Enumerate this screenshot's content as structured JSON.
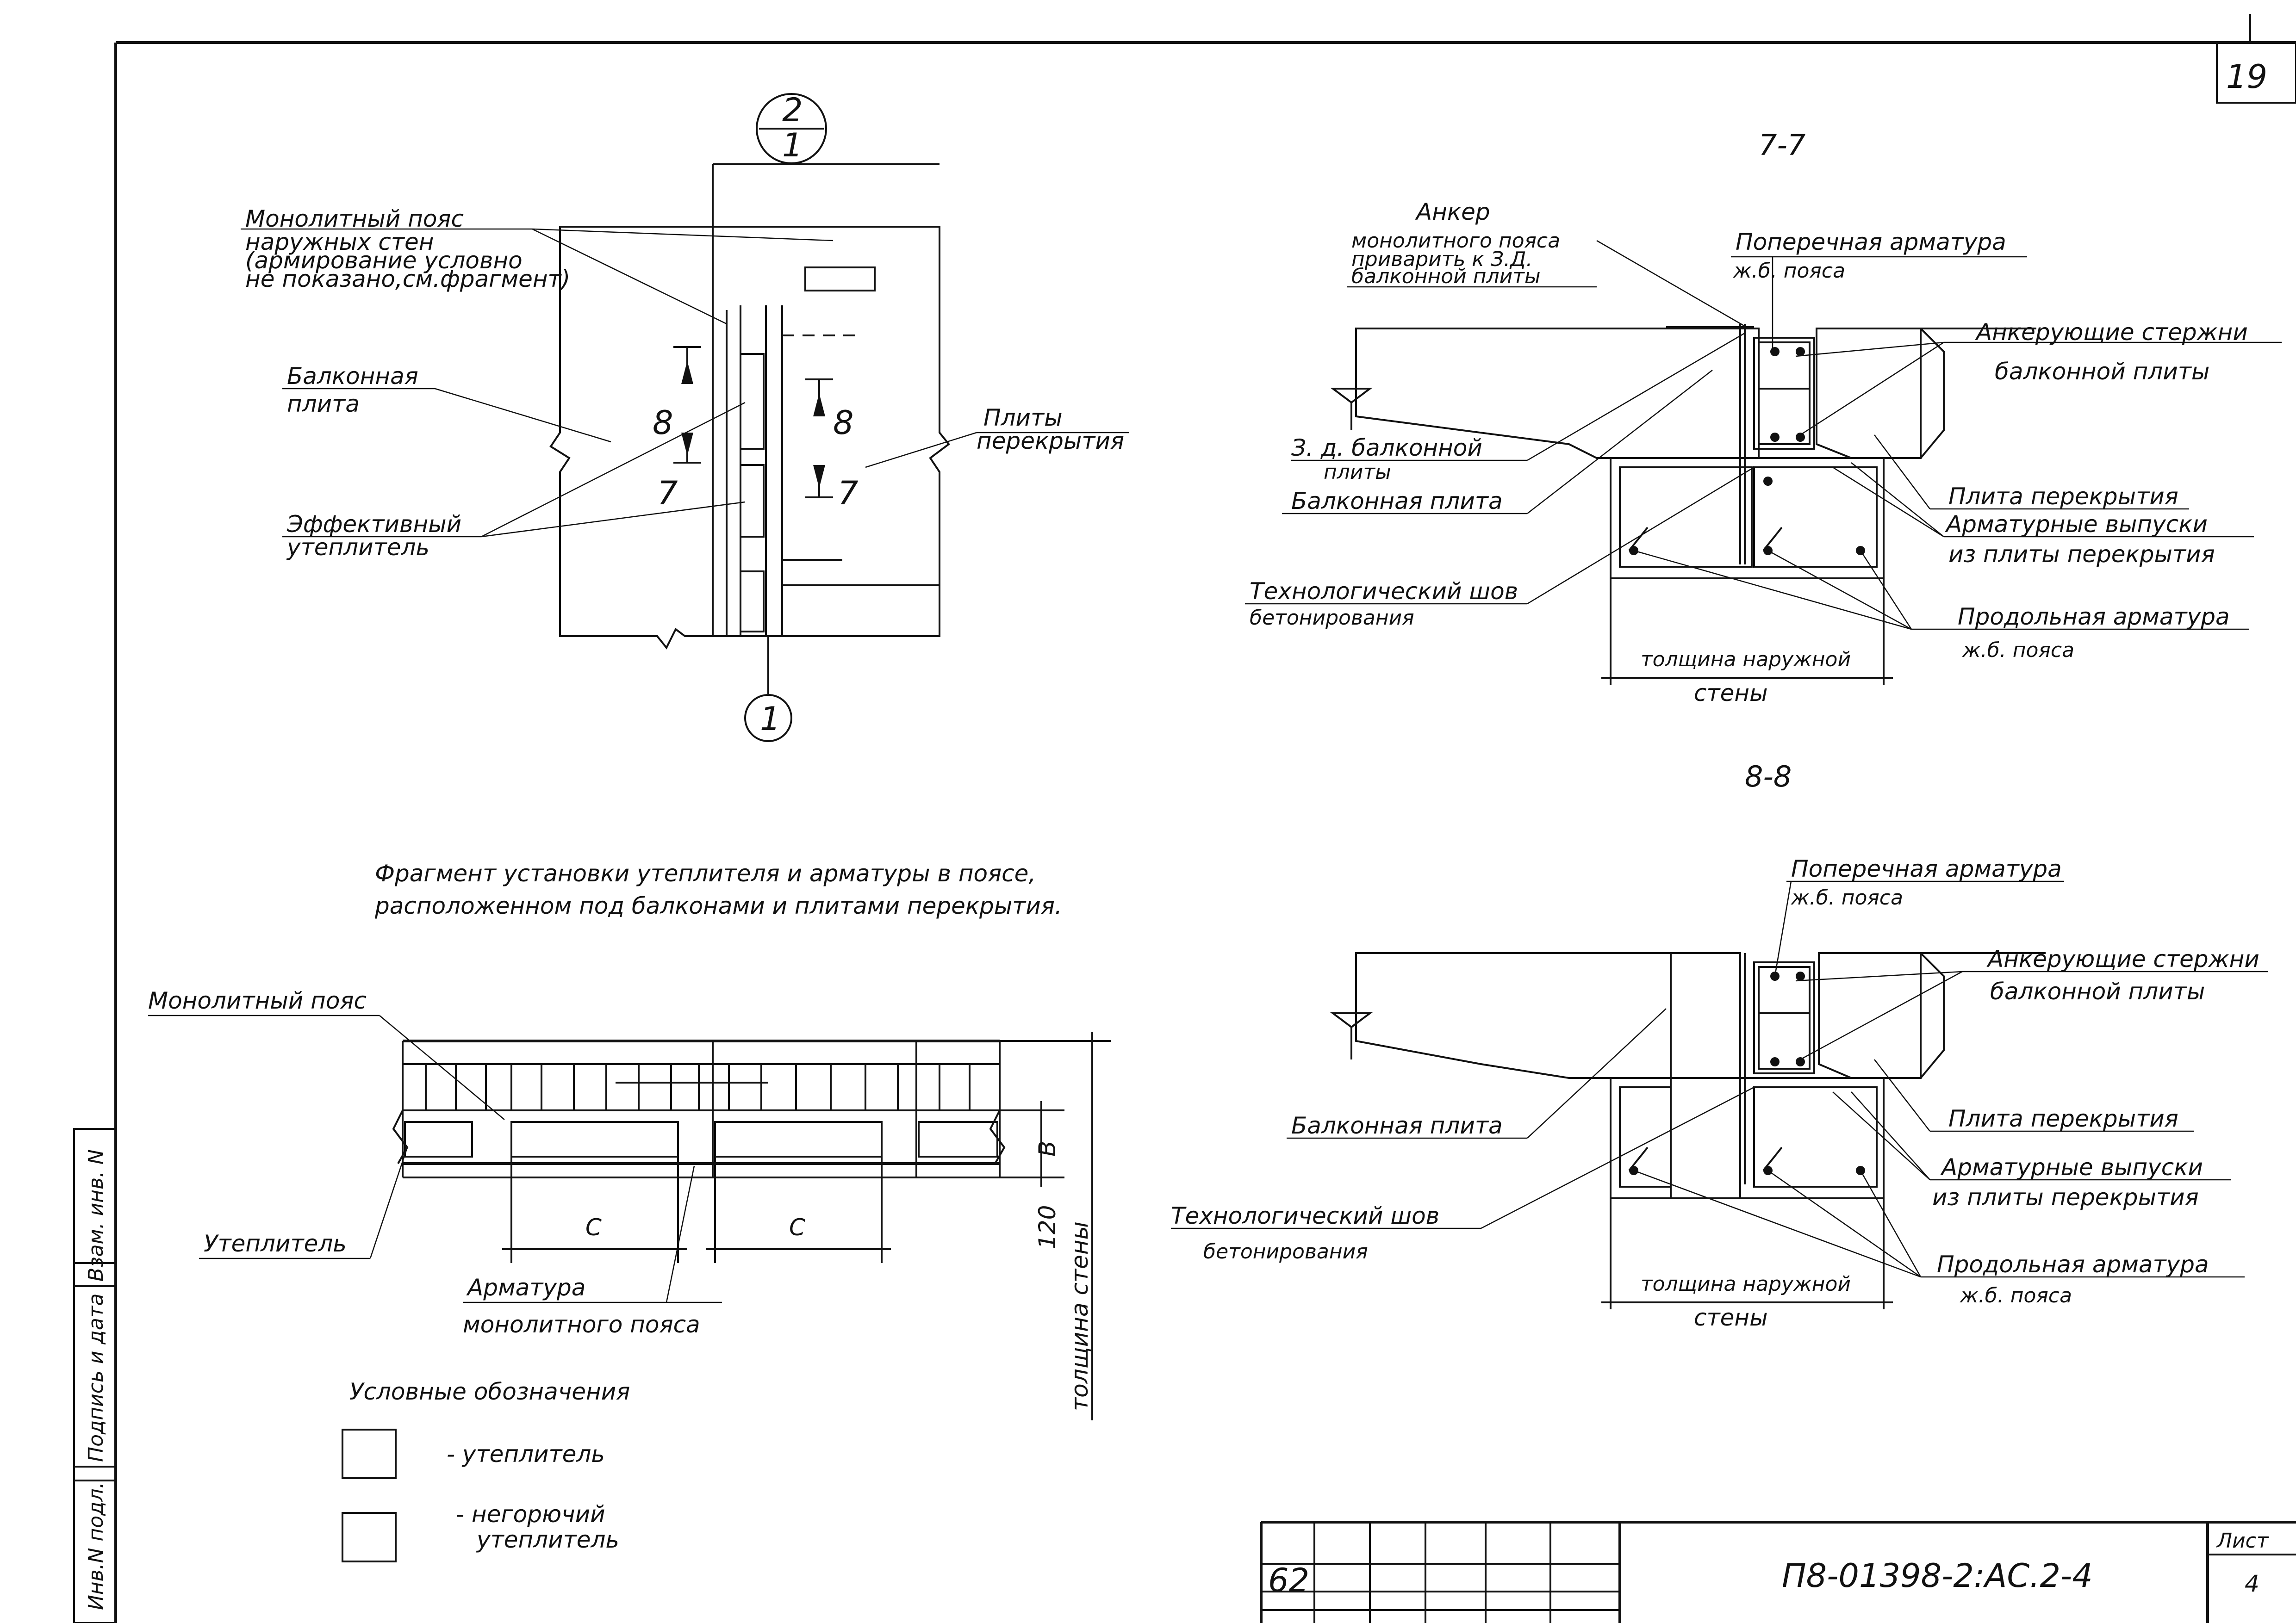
{
  "sheet": {
    "page_number": "19",
    "code": "П8-01398-2:АС.2-4",
    "list_label": "Лист",
    "list_number": "4",
    "order_number": "62",
    "side_stamp": [
      "Инв.N подл.",
      "Подпись и дата",
      "Взам. инв. N"
    ]
  },
  "plan": {
    "node_top": "2",
    "node_bottom": "1",
    "axis_label": "1",
    "labels": {
      "belt_1": "Монолитный пояс",
      "belt_2": "наружных стен",
      "belt_3": "(армирование условно",
      "belt_4": "не показано,см.фрагмент)",
      "balcony_1": "Балконная",
      "balcony_2": "плита",
      "slabs_1": "Плиты",
      "slabs_2": "перекрытия",
      "insul_1": "Эффективный",
      "insul_2": "утеплитель"
    },
    "cut_8": "8",
    "cut_7": "7"
  },
  "section77": {
    "title": "7-7",
    "labels": {
      "anchor_1": "Анкер",
      "anchor_2": "монолитного пояса",
      "anchor_3": "приварить к З.Д.",
      "anchor_4": "балконной плиты",
      "transverse_1": "Поперечная арматура",
      "transverse_2": "ж.б. пояса",
      "anchor_rods_1": "Анкерующие стержни",
      "anchor_rods_2": "балконной плиты",
      "embed_1": "З. д. балконной",
      "embed_2": "плиты",
      "balcony": "Балконная плита",
      "slab": "Плита перекрытия",
      "outlets_1": "Арматурные выпуски",
      "outlets_2": "из плиты перекрытия",
      "joint_1": "Технологический шов",
      "joint_2": "бетонирования",
      "longit_1": "Продольная арматура",
      "longit_2": "ж.б. пояса",
      "thick_1": "толщина наружной",
      "thick_2": "стены"
    }
  },
  "section88": {
    "title": "8-8",
    "labels": {
      "transverse_1": "Поперечная арматура",
      "transverse_2": "ж.б. пояса",
      "anchor_rods_1": "Анкерующие стержни",
      "anchor_rods_2": "балконной плиты",
      "balcony": "Балконная плита",
      "slab": "Плита перекрытия",
      "outlets_1": "Арматурные выпуски",
      "outlets_2": "из плиты перекрытия",
      "joint_1": "Технологический шов",
      "joint_2": "бетонирования",
      "longit_1": "Продольная арматура",
      "longit_2": "ж.б. пояса",
      "thick_1": "толщина наружной",
      "thick_2": "стены"
    }
  },
  "fragment": {
    "caption_1": "Фрагмент установки утеплителя и арматуры в поясе,",
    "caption_2": "расположенном под балконами и плитами перекрытия.",
    "belt": "Монолитный пояс",
    "insulation": "Утеплитель",
    "rebar_1": "Арматура",
    "rebar_2": "монолитного пояса",
    "dim_c": "C",
    "dim_b": "B",
    "dim_120": "120",
    "wall_thickness": "толщина стены"
  },
  "legend": {
    "title": "Условные обозначения",
    "item1": "- утеплитель",
    "item2_1": "- негорючий",
    "item2_2": "утеплитель"
  }
}
